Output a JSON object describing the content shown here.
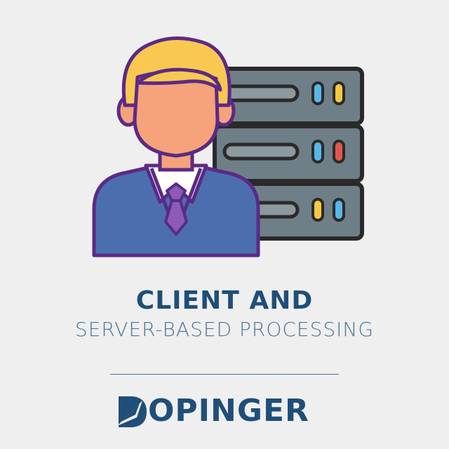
{
  "headline": {
    "title": "CLIENT AND",
    "subtitle": "SERVER-BASED PROCESSING"
  },
  "brand": {
    "name": "DOPINGER",
    "name_suffix": "OPINGER",
    "color": "#1f4e79"
  },
  "illustration": {
    "icons": [
      "client-person-icon",
      "server-rack-icon"
    ],
    "colors": {
      "hair": "#f9c851",
      "skin": "#f6a27a",
      "sweater": "#4b6fae",
      "tie": "#8c5bb5",
      "outline": "#5b2a86",
      "server": "#6f7f87",
      "led_blue": "#58b7e8",
      "led_yellow": "#f6c842",
      "led_red": "#e0564f"
    }
  }
}
